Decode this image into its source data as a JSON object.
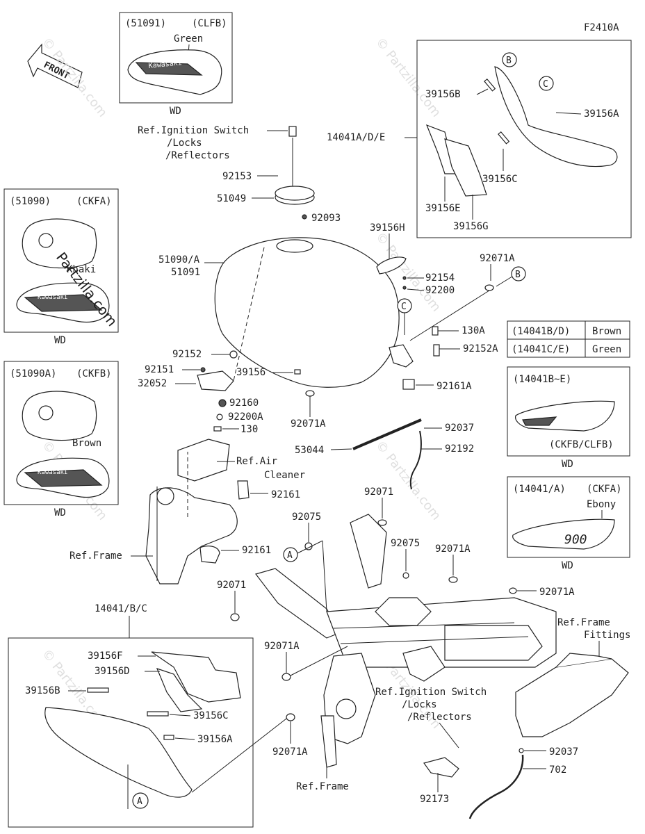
{
  "diagram_code": "F2410A",
  "front_arrow": "FRONT",
  "watermark": "© Partzilla.com",
  "watermark_big": "Partzilla.com",
  "callouts": {
    "A": "A",
    "B": "B",
    "C": "C"
  },
  "inset_51091": {
    "code": "(51091)",
    "variant": "(CLFB)",
    "color": "Green",
    "note": "WD",
    "logo": "Kawasaki"
  },
  "inset_51090": {
    "code": "(51090)",
    "variant": "(CKFA)",
    "color": "Khaki",
    "note": "WD",
    "logo": "Kawasaki"
  },
  "inset_51090A": {
    "code": "(51090A)",
    "variant": "(CKFB)",
    "color": "Brown",
    "note": "WD",
    "logo": "Kawasaki"
  },
  "inset_cover": {
    "ref": "14041A/D/E",
    "parts": [
      "39156B",
      "39156A",
      "39156C",
      "39156E",
      "39156G"
    ]
  },
  "color_table": [
    {
      "code": "(14041B/D)",
      "color": "Brown"
    },
    {
      "code": "(14041C/E)",
      "color": "Green"
    }
  ],
  "inset_14041B_E": {
    "code": "(14041B~E)",
    "variant": "(CKFB/CLFB)",
    "note": "WD"
  },
  "inset_14041A": {
    "code": "(14041/A)",
    "variant": "(CKFA)",
    "color": "Ebony",
    "note": "WD",
    "badge": "900"
  },
  "inset_lower_cover": {
    "ref": "14041/B/C",
    "parts": [
      "39156F",
      "39156D",
      "39156B",
      "39156C",
      "39156A"
    ]
  },
  "labels": {
    "ref_ignition_1": "Ref.Ignition Switch",
    "ref_ignition_2": "/Locks",
    "ref_ignition_3": "/Reflectors",
    "ref_air_1": "Ref.Air",
    "ref_air_2": "Cleaner",
    "ref_frame": "Ref.Frame",
    "ref_frame_fittings_1": "Ref.Frame",
    "ref_frame_fittings_2": "Fittings",
    "ref_frame_bottom": "Ref.Frame",
    "ref_ignition_b1": "Ref.Ignition Switch",
    "ref_ignition_b2": "/Locks",
    "ref_ignition_b3": "/Reflectors"
  },
  "part_numbers": {
    "p92153": "92153",
    "p51049": "51049",
    "p92093": "92093",
    "p51090A": "51090/A",
    "p51091": "51091",
    "p39156H": "39156H",
    "p92071A_top": "92071A",
    "p92154": "92154",
    "p92200": "92200",
    "p130A": "130A",
    "p92152A": "92152A",
    "p92152": "92152",
    "p92151": "92151",
    "p32052": "32052",
    "p39156": "39156",
    "p92161A": "92161A",
    "p92160": "92160",
    "p92200A": "92200A",
    "p130": "130",
    "p92071A_mid": "92071A",
    "p92037_top": "92037",
    "p53044": "53044",
    "p92192": "92192",
    "p92161_top": "92161",
    "p92161_bot": "92161",
    "p92071_a": "92071",
    "p92075_a": "92075",
    "p92075_b": "92075",
    "p92071A_c": "92071A",
    "p92071_left": "92071",
    "p92071A_right": "92071A",
    "p92071A_lower1": "92071A",
    "p92071A_lower2": "92071A",
    "p92037_bot": "92037",
    "p702": "702",
    "p92173": "92173"
  }
}
